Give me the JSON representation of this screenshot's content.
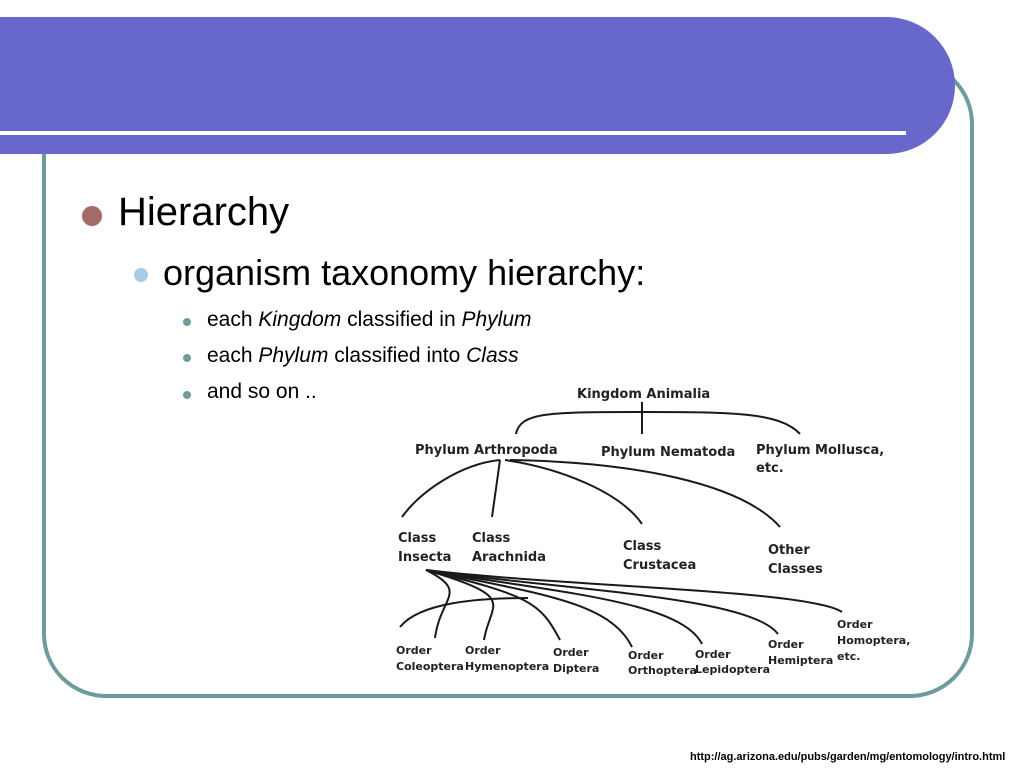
{
  "bullets": {
    "level1": "Hierarchy",
    "level2": "organism taxonomy hierarchy:",
    "level3": [
      {
        "pre": "each ",
        "em1": "Kingdom",
        "mid": " classified in ",
        "em2": "Phylum"
      },
      {
        "pre": "each ",
        "em1": "Phylum",
        "mid": " classified into ",
        "em2": "Class"
      },
      {
        "pre": "and so on ..",
        "em1": "",
        "mid": "",
        "em2": ""
      }
    ]
  },
  "tree": {
    "kingdom": "Kingdom Animalia",
    "phyla": [
      "Phylum Arthropoda",
      "Phylum Nematoda",
      "Phylum Mollusca,",
      "etc."
    ],
    "classes": {
      "insecta": [
        "Class",
        "Insecta"
      ],
      "arachnida": [
        "Class",
        "Arachnida"
      ],
      "crustacea": [
        "Class",
        "Crustacea"
      ],
      "other": [
        "Other",
        "Classes"
      ]
    },
    "orders": {
      "coleoptera": [
        "Order",
        "Coleoptera"
      ],
      "hymenoptera": [
        "Order",
        "Hymenoptera"
      ],
      "diptera": [
        "Order",
        "Diptera"
      ],
      "orthoptera": [
        "Order",
        "Orthoptera"
      ],
      "lepidoptera": [
        "Order",
        "Lepidoptera"
      ],
      "hemiptera": [
        "Order",
        "Hemiptera"
      ],
      "homoptera": [
        "Order",
        "Homoptera,",
        "etc."
      ]
    }
  },
  "source_url": "http://ag.arizona.edu/pubs/garden/mg/entomology/intro.html",
  "colors": {
    "title_band": "#6767cc",
    "frame": "#6e9c9c",
    "bullet1": "#a46a6a",
    "bullet2": "#a9cde9",
    "bullet3": "#6e9c9c"
  }
}
